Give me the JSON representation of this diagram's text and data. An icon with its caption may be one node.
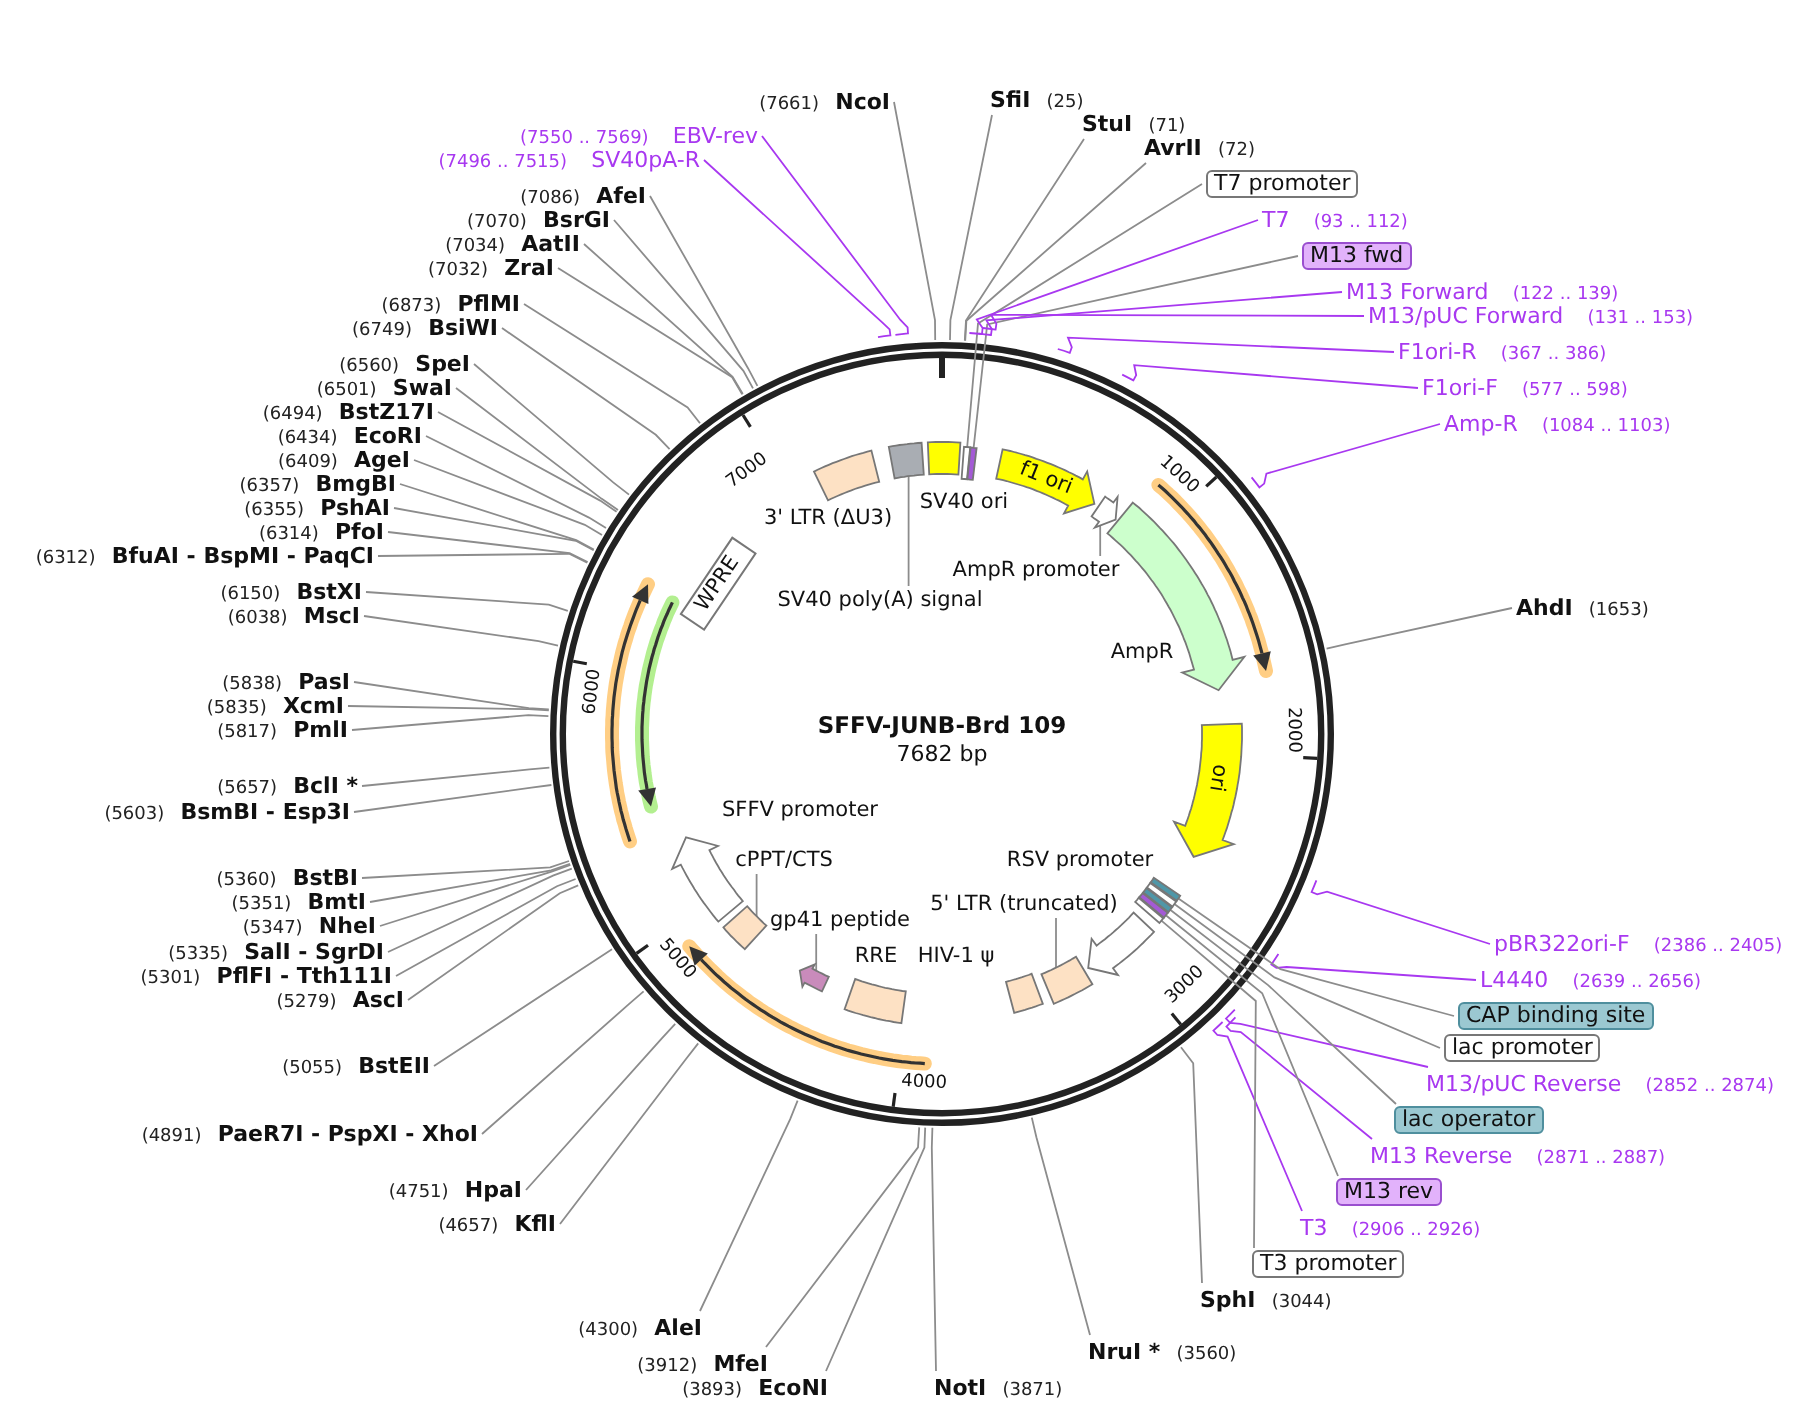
{
  "diagram": {
    "title": "SFFV-JUNB-Brd 109",
    "nodes": [
      {
        "text": [
          "SfiI",
          "(25)"
        ]
      },
      {
        "text": [
          "StuI",
          "(71)"
        ]
      },
      {
        "text": [
          "AvrII",
          "(72)"
        ]
      },
      {
        "text": [
          "T7 promoter"
        ]
      },
      {
        "text": [
          "T7",
          "(93 .. 112)"
        ]
      },
      {
        "text": [
          "M13 fwd"
        ]
      },
      {
        "text": [
          "M13 Forward",
          "(122 .. 139)"
        ]
      },
      {
        "text": [
          "M13/pUC Forward",
          "(131 .. 153)"
        ]
      },
      {
        "text": [
          "F1ori-R",
          "(367 .. 386)"
        ]
      },
      {
        "text": [
          "F1ori-F",
          "(577 .. 598)"
        ]
      },
      {
        "text": [
          "Amp-R",
          "(1084 .. 1103)"
        ]
      },
      {
        "text": [
          "AhdI",
          "(1653)"
        ]
      },
      {
        "text": [
          "pBR322ori-F",
          "(2386 .. 2405)"
        ]
      },
      {
        "text": [
          "L4440",
          "(2639 .. 2656)"
        ]
      },
      {
        "text": [
          "CAP binding site"
        ]
      },
      {
        "text": [
          "lac promoter"
        ]
      },
      {
        "text": [
          "M13/pUC Reverse",
          "(2852 .. 2874)"
        ]
      },
      {
        "text": [
          "lac operator"
        ]
      },
      {
        "text": [
          "M13 Reverse",
          "(2871 .. 2887)"
        ]
      },
      {
        "text": [
          "M13 rev"
        ]
      },
      {
        "text": [
          "T3",
          "(2906 .. 2926)"
        ]
      },
      {
        "text": [
          "T3 promoter"
        ]
      },
      {
        "text": [
          "SphI",
          "(3044)"
        ]
      },
      {
        "text": [
          "NruI *",
          "(3560)"
        ]
      },
      {
        "text": [
          "NotI",
          "(3871)"
        ]
      },
      {
        "text": [
          "(3893)",
          "EcoNI"
        ]
      },
      {
        "text": [
          "(3912)",
          "MfeI"
        ]
      },
      {
        "text": [
          "(4300)",
          "AleI"
        ]
      },
      {
        "text": [
          "(4657)",
          "KflI"
        ]
      },
      {
        "text": [
          "(4751)",
          "HpaI"
        ]
      },
      {
        "text": [
          "(4891)",
          "PaeR7I - PspXI - XhoI"
        ]
      },
      {
        "text": [
          "(5055)",
          "BstEII"
        ]
      },
      {
        "text": [
          "(5279)",
          "AscI"
        ]
      },
      {
        "text": [
          "(5301)",
          "PflFI - Tth111I"
        ]
      },
      {
        "text": [
          "(5335)",
          "SalI - SgrDI"
        ]
      },
      {
        "text": [
          "(5347)",
          "NheI"
        ]
      },
      {
        "text": [
          "(5351)",
          "BmtI"
        ]
      },
      {
        "text": [
          "(5360)",
          "BstBI"
        ]
      },
      {
        "text": [
          "(5603)",
          "BsmBI - Esp3I"
        ]
      },
      {
        "text": [
          "(5657)",
          "BclI *"
        ]
      },
      {
        "text": [
          "(5817)",
          "PmlI"
        ]
      },
      {
        "text": [
          "(5835)",
          "XcmI"
        ]
      },
      {
        "text": [
          "(5838)",
          "PasI"
        ]
      },
      {
        "text": [
          "(6038)",
          "MscI"
        ]
      },
      {
        "text": [
          "(6150)",
          "BstXI"
        ]
      },
      {
        "text": [
          "(6312)",
          "BfuAI - BspMI - PaqCI"
        ]
      },
      {
        "text": [
          "(6314)",
          "PfoI"
        ]
      },
      {
        "text": [
          "(6355)",
          "PshAI"
        ]
      },
      {
        "text": [
          "(6357)",
          "BmgBI"
        ]
      },
      {
        "text": [
          "(6409)",
          "AgeI"
        ]
      },
      {
        "text": [
          "(6434)",
          "EcoRI"
        ]
      },
      {
        "text": [
          "(6494)",
          "BstZ17I"
        ]
      },
      {
        "text": [
          "(6501)",
          "SwaI"
        ]
      },
      {
        "text": [
          "(6560)",
          "SpeI"
        ]
      },
      {
        "text": [
          "(6749)",
          "BsiWI"
        ]
      },
      {
        "text": [
          "(6873)",
          "PflMI"
        ]
      },
      {
        "text": [
          "(7032)",
          "ZraI"
        ]
      },
      {
        "text": [
          "(7034)",
          "AatII"
        ]
      },
      {
        "text": [
          "(7070)",
          "BsrGI"
        ]
      },
      {
        "text": [
          "(7086)",
          "AfeI"
        ]
      },
      {
        "text": [
          "(7496 .. 7515)",
          "SV40pA-R"
        ]
      },
      {
        "text": [
          "(7550 .. 7569)",
          "EBV-rev"
        ]
      },
      {
        "text": [
          "(7661)",
          "NcoI"
        ]
      },
      {
        "text": [],
        "shape": "bar"
      },
      {
        "text": [],
        "shape": "bar"
      },
      {
        "text": [
          "f1 ori"
        ]
      },
      {
        "text": [
          "AmpR promoter"
        ]
      },
      {
        "text": [],
        "shape": "arrow"
      },
      {
        "text": [],
        "shape": "arrow",
        "beside": [
          "AmpR"
        ]
      },
      {
        "text": [
          "ori"
        ]
      },
      {
        "text": [],
        "shape": "bar"
      },
      {
        "text": [],
        "shape": "bar"
      },
      {
        "text": [],
        "shape": "bar"
      },
      {
        "text": [],
        "shape": "bar"
      },
      {
        "text": [],
        "shape": "bar"
      },
      {
        "text": [],
        "shape": "arrow"
      },
      {
        "text": [
          "5' LTR (truncated)"
        ]
      },
      {
        "text": [],
        "shape": "box"
      },
      {
        "text": [],
        "shape": "box",
        "beside": [
          "HIV-1 ψ"
        ]
      },
      {
        "text": [],
        "shape": "box",
        "beside": [
          "RRE"
        ]
      },
      {
        "text": [
          "gp41 peptide"
        ]
      },
      {
        "text": [],
        "shape": "arrow"
      },
      {
        "text": [
          "cPPT/CTS"
        ]
      },
      {
        "text": [],
        "shape": "box"
      },
      {
        "text": [],
        "shape": "arrow",
        "beside": [
          "SFFV promoter"
        ]
      },
      {
        "text": [
          "WPRE"
        ]
      },
      {
        "text": [],
        "shape": "box",
        "beside": [
          "3' LTR (ΔU3)"
        ]
      },
      {
        "text": [
          "SV40 poly(A) signal"
        ]
      },
      {
        "text": [],
        "shape": "box"
      },
      {
        "text": [],
        "shape": "box"
      }
    ],
    "edges": [
      {
        "from": 0,
        "to": null,
        "arrow": "none"
      },
      {
        "from": 1,
        "to": null,
        "arrow": "none"
      },
      {
        "from": 2,
        "to": null,
        "arrow": "none"
      },
      {
        "from": 3,
        "to": 63,
        "arrow": "none"
      },
      {
        "from": 4,
        "to": null,
        "arrow": "none",
        "color": "#a838f0"
      },
      {
        "from": 5,
        "to": 64,
        "arrow": "none"
      },
      {
        "from": 6,
        "to": null,
        "arrow": "none",
        "color": "#a838f0"
      },
      {
        "from": 7,
        "to": null,
        "arrow": "none",
        "color": "#a838f0"
      },
      {
        "from": 8,
        "to": null,
        "arrow": "none",
        "color": "#a838f0"
      },
      {
        "from": 9,
        "to": null,
        "arrow": "none",
        "color": "#a838f0"
      },
      {
        "from": 10,
        "to": null,
        "arrow": "none",
        "color": "#a838f0"
      },
      {
        "from": 11,
        "to": null,
        "arrow": "none"
      },
      {
        "from": 12,
        "to": null,
        "arrow": "none",
        "color": "#a838f0"
      },
      {
        "from": 13,
        "to": null,
        "arrow": "none",
        "color": "#a838f0"
      },
      {
        "from": 14,
        "to": 70,
        "arrow": "none"
      },
      {
        "from": 15,
        "to": 71,
        "arrow": "none"
      },
      {
        "from": 16,
        "to": null,
        "arrow": "none",
        "color": "#a838f0"
      },
      {
        "from": 17,
        "to": 72,
        "arrow": "none"
      },
      {
        "from": 18,
        "to": null,
        "arrow": "none",
        "color": "#a838f0"
      },
      {
        "from": 19,
        "to": 73,
        "arrow": "none"
      },
      {
        "from": 20,
        "to": null,
        "arrow": "none",
        "color": "#a838f0"
      },
      {
        "from": 21,
        "to": 74,
        "arrow": "none"
      },
      {
        "from": 22,
        "to": null,
        "arrow": "none"
      },
      {
        "from": 23,
        "to": null,
        "arrow": "none"
      },
      {
        "from": 24,
        "to": null,
        "arrow": "none"
      },
      {
        "from": 25,
        "to": null,
        "arrow": "none"
      },
      {
        "from": 26,
        "to": null,
        "arrow": "none"
      },
      {
        "from": 27,
        "to": null,
        "arrow": "none"
      },
      {
        "from": 28,
        "to": null,
        "arrow": "none"
      },
      {
        "from": 29,
        "to": null,
        "arrow": "none"
      },
      {
        "from": 30,
        "to": null,
        "arrow": "none"
      },
      {
        "from": 31,
        "to": null,
        "arrow": "none"
      },
      {
        "from": 32,
        "to": null,
        "arrow": "none"
      },
      {
        "from": 33,
        "to": null,
        "arrow": "none"
      },
      {
        "from": 34,
        "to": null,
        "arrow": "none"
      },
      {
        "from": 35,
        "to": null,
        "arrow": "none"
      },
      {
        "from": 36,
        "to": null,
        "arrow": "none"
      },
      {
        "from": 37,
        "to": null,
        "arrow": "none"
      },
      {
        "from": 38,
        "to": null,
        "arrow": "none"
      },
      {
        "from": 39,
        "to": null,
        "arrow": "none"
      },
      {
        "from": 40,
        "to": null,
        "arrow": "none"
      },
      {
        "from": 41,
        "to": null,
        "arrow": "none"
      },
      {
        "from": 42,
        "to": null,
        "arrow": "none"
      },
      {
        "from": 43,
        "to": null,
        "arrow": "none"
      },
      {
        "from": 44,
        "to": null,
        "arrow": "none"
      },
      {
        "from": 45,
        "to": null,
        "arrow": "none"
      },
      {
        "from": 46,
        "to": null,
        "arrow": "none"
      },
      {
        "from": 47,
        "to": null,
        "arrow": "none"
      },
      {
        "from": 48,
        "to": null,
        "arrow": "none"
      },
      {
        "from": 49,
        "to": null,
        "arrow": "none"
      },
      {
        "from": 50,
        "to": null,
        "arrow": "none"
      },
      {
        "from": 51,
        "to": null,
        "arrow": "none"
      },
      {
        "from": 52,
        "to": null,
        "arrow": "none"
      },
      {
        "from": 53,
        "to": null,
        "arrow": "none"
      },
      {
        "from": 54,
        "to": null,
        "arrow": "none"
      },
      {
        "from": 55,
        "to": null,
        "arrow": "none"
      },
      {
        "from": 56,
        "to": null,
        "arrow": "none"
      },
      {
        "from": 57,
        "to": null,
        "arrow": "none"
      },
      {
        "from": 58,
        "to": null,
        "arrow": "none"
      },
      {
        "from": 59,
        "to": null,
        "arrow": "none"
      },
      {
        "from": 60,
        "to": null,
        "arrow": "none",
        "color": "#a838f0"
      },
      {
        "from": 61,
        "to": null,
        "arrow": "none",
        "color": "#a838f0"
      },
      {
        "from": 62,
        "to": null,
        "arrow": "none"
      },
      {
        "from": 66,
        "to": 67,
        "arrow": "none"
      },
      {
        "from": 76,
        "to": 77,
        "arrow": "none"
      },
      {
        "from": 80,
        "to": 81,
        "arrow": "none"
      },
      {
        "from": 82,
        "to": 83,
        "arrow": "none"
      },
      {
        "from": 87,
        "to": 88,
        "arrow": "none"
      }
    ],
    "labels": [
      "SV40 ori",
      "7682 bp",
      "RSV promoter",
      "1000",
      "2000",
      "3000",
      "4000",
      "5000",
      "6000",
      "7000"
    ]
  }
}
